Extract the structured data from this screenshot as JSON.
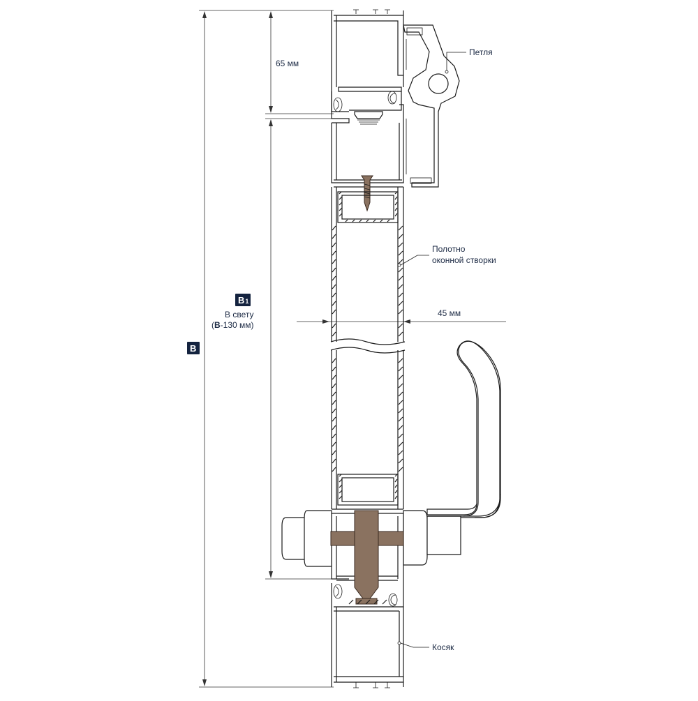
{
  "labels": {
    "hinge": "Петля",
    "sash_line1": "Полотно",
    "sash_line2": "оконной створки",
    "frame": "Косяк",
    "dim_65": "65 мм",
    "dim_45": "45 мм",
    "b1_badge": "B",
    "b1_badge_sub": "1",
    "clear_line1": "В свету",
    "clear_line2_open": "(",
    "clear_line2_bold": "B",
    "clear_line2_rest": "-130 мм)",
    "b_badge": "B"
  },
  "colors": {
    "badge": "#14233f",
    "hardware_brown": "#8a7260",
    "line": "#1a1a1a"
  }
}
